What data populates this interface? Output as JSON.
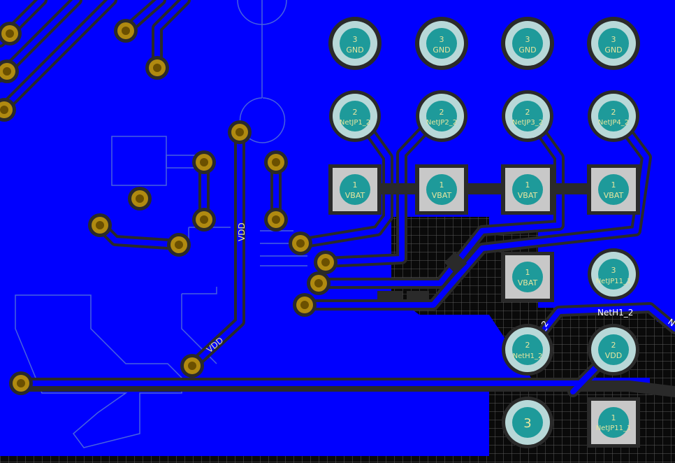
{
  "colors": {
    "copper_pour": "#0000ff",
    "clearance": "#2a2a2a",
    "hatch": "#0a0a0a",
    "grid_line": "#5a5a5a",
    "pad_ring": "#b8d8d8",
    "pad_core": "#1e9a9a",
    "smd_pad": "#c8c8c8",
    "via_ring": "#b08a10",
    "via_core": "#6b5000",
    "ghost_outline": "#5a7ad6"
  },
  "pads": {
    "gnd_label": "GND",
    "gnd_num": "3",
    "vbat_label": "VBAT",
    "vbat_num": "1",
    "jp_num": "2",
    "netjp1": "NetJP1_2",
    "netjp2": "NetJP2_2",
    "netjp3": "NetJP3_2",
    "netjp4": "NetJP4_2",
    "netjp11_1": "NetJP11_1",
    "netjp11_3": "3",
    "neth1": "NetH1_2",
    "neth1_num": "2",
    "vdd_pad": "VDD",
    "vdd_num": "2",
    "bare3": "3",
    "jp11_1_num": "1"
  },
  "trace_labels": {
    "vdd_vertical": "VDD",
    "vdd_diagonal": "VDD",
    "neth1_horizontal": "NetH1_2",
    "neth1_diagonal": "H1_2",
    "edge_n": "N"
  }
}
